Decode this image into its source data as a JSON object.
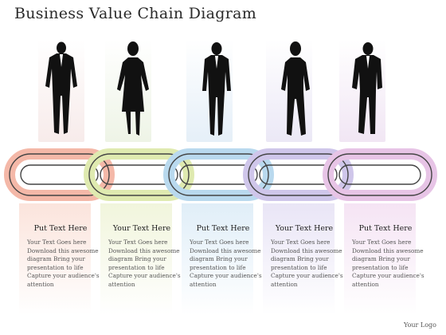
{
  "title": "Business Value Chain Diagram",
  "logo": "Your Logo",
  "columns": [
    {
      "heading": "Put Text Here",
      "body": "Your Text Goes here Download this awesome diagram Bring your presentation to life Capture your audience's attention",
      "accent": "#f4b8a8",
      "figure": "businessman-silhouette"
    },
    {
      "heading": "Your Text Here",
      "body": "Your Text Goes here Download this awesome diagram Bring your presentation to life Capture your audience's attention",
      "accent": "#dfeab0",
      "figure": "businesswoman-silhouette"
    },
    {
      "heading": "Put Text Here",
      "body": "Your Text Goes here Download this awesome diagram Bring your presentation to life Capture your audience's attention",
      "accent": "#b9d9ee",
      "figure": "businessman-silhouette"
    },
    {
      "heading": "Your Text Here",
      "body": "Your Text Goes here Download this awesome diagram Bring your presentation to life Capture your audience's attention",
      "accent": "#cfc6ea",
      "figure": "businesswoman-silhouette"
    },
    {
      "heading": "Put Text Here",
      "body": "Your Text Goes here Download this awesome diagram Bring your presentation to life Capture your audience's attention",
      "accent": "#e7c4e6",
      "figure": "businessman-silhouette"
    }
  ]
}
